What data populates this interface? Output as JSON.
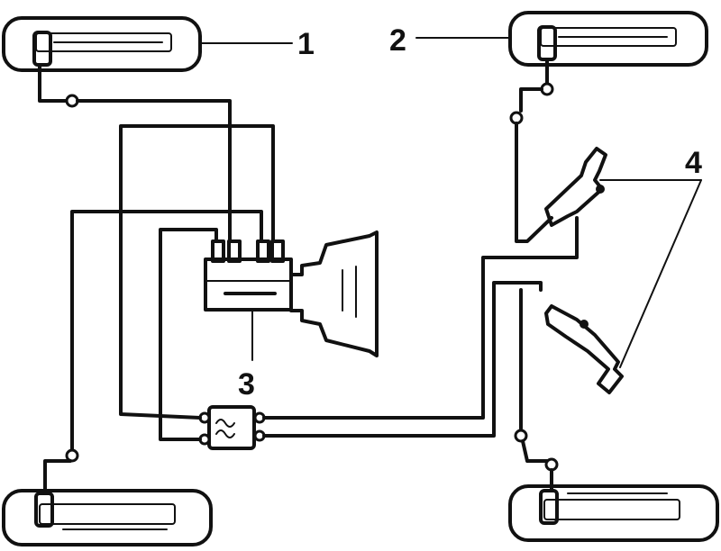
{
  "callouts": {
    "c1": "1",
    "c2": "2",
    "c3": "3",
    "c4": "4"
  },
  "colors": {
    "ink": "#111111",
    "paper": "#ffffff"
  }
}
